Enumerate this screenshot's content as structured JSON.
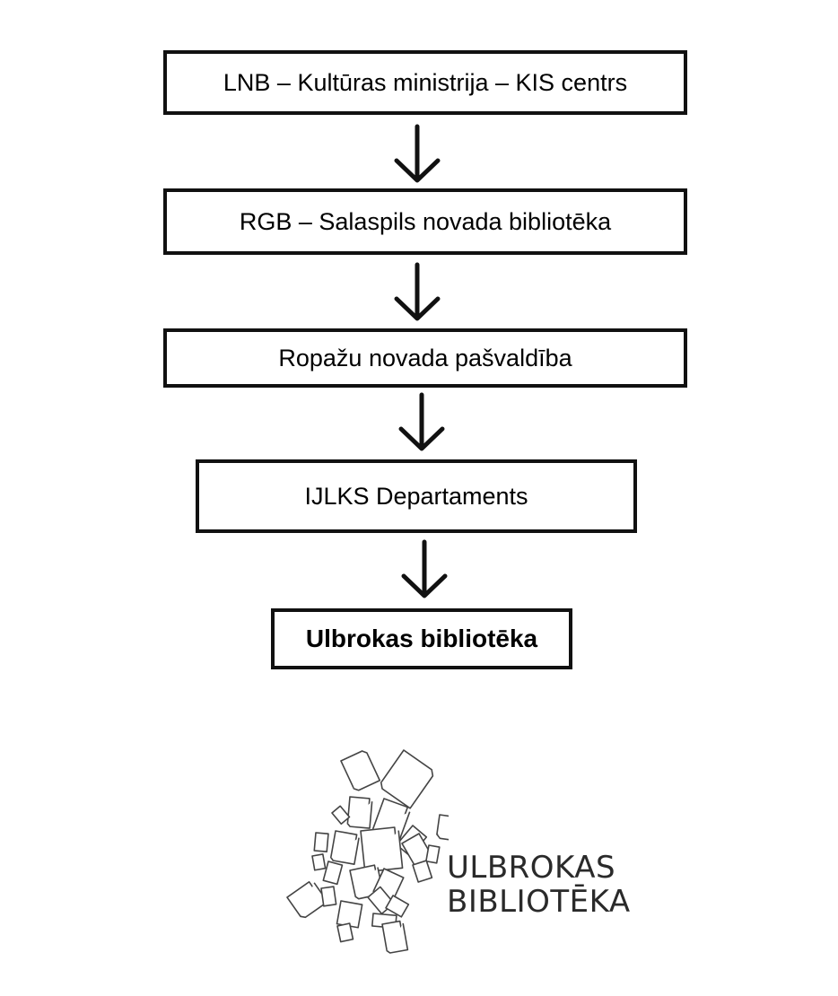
{
  "diagram": {
    "nodes": [
      {
        "label": "LNB – Kultūras ministrija – KIS centrs"
      },
      {
        "label": "RGB – Salaspils novada bibliotēka"
      },
      {
        "label": "Ropažu novada pašvaldība"
      },
      {
        "label": "IJLKS Departaments"
      },
      {
        "label": "Ulbrokas bibliotēka"
      }
    ]
  },
  "logo": {
    "line1": "ULBROKAS",
    "line2": "BIBLIOTĒKA"
  }
}
